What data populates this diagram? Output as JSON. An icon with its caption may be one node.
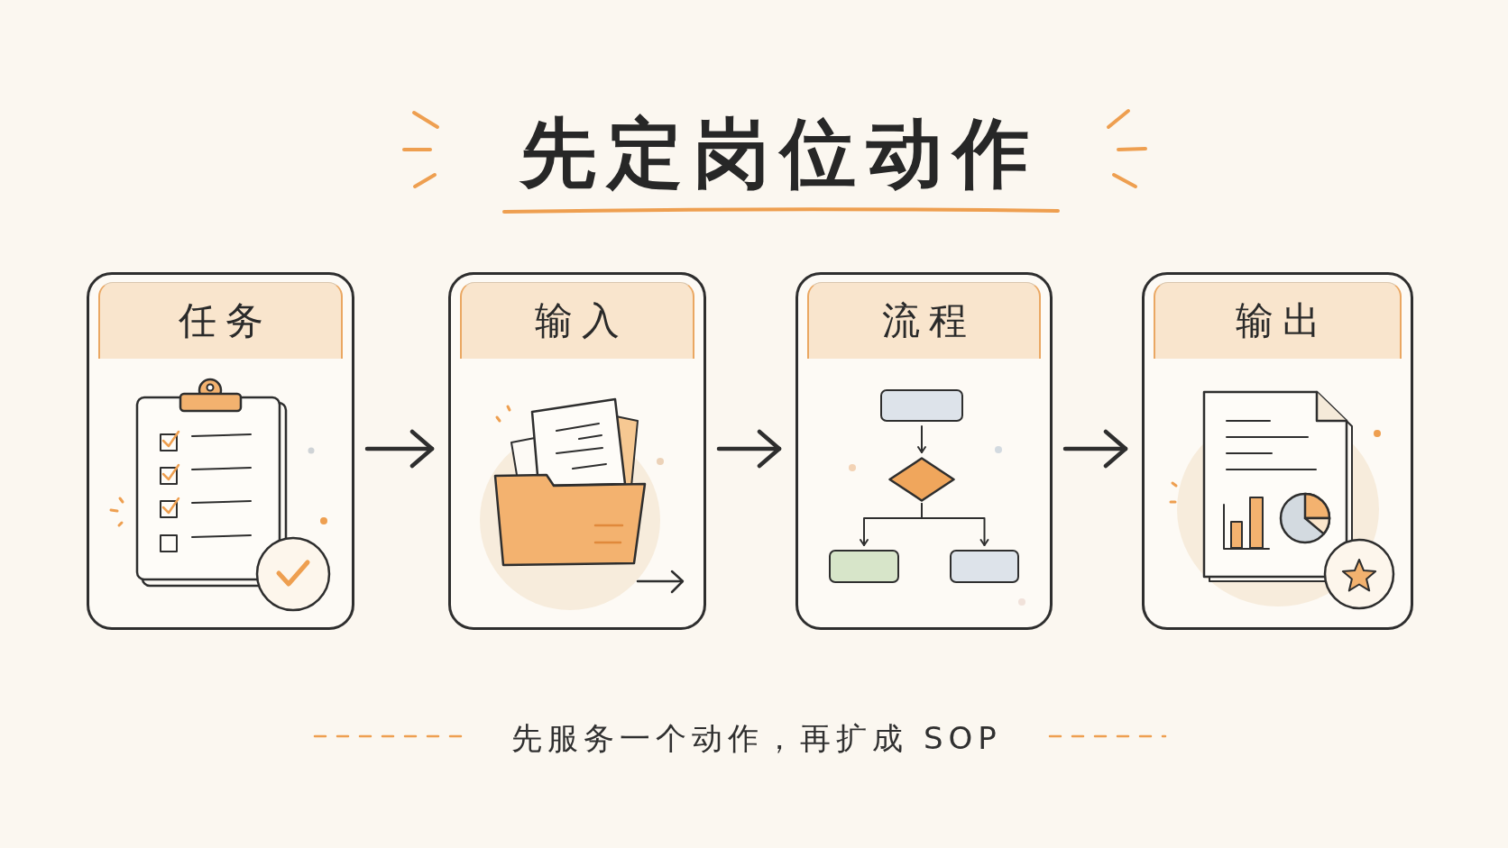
{
  "diagram": {
    "title": "先定岗位动作",
    "caption": "先服务一个动作，再扩成 SOP",
    "nodes": [
      {
        "text": [
          "任务"
        ]
      },
      {
        "text": [
          "输入"
        ]
      },
      {
        "text": [
          "流程"
        ]
      },
      {
        "text": [
          "输出"
        ]
      },
      {
        "text": [],
        "shape": "box",
        "in": 2
      },
      {
        "text": [],
        "shape": "diamond",
        "in": 2
      },
      {
        "text": [],
        "shape": "box",
        "in": 2
      },
      {
        "text": [],
        "shape": "box",
        "in": 2
      }
    ],
    "edges": [
      {
        "from": 0,
        "to": 1,
        "arrow": "to"
      },
      {
        "from": 1,
        "to": 2,
        "arrow": "to"
      },
      {
        "from": 2,
        "to": 3,
        "arrow": "to"
      },
      {
        "from": 4,
        "to": 5,
        "arrow": "to"
      },
      {
        "from": 5,
        "to": 6,
        "arrow": "to"
      },
      {
        "from": 5,
        "to": 7,
        "arrow": "to"
      }
    ]
  }
}
